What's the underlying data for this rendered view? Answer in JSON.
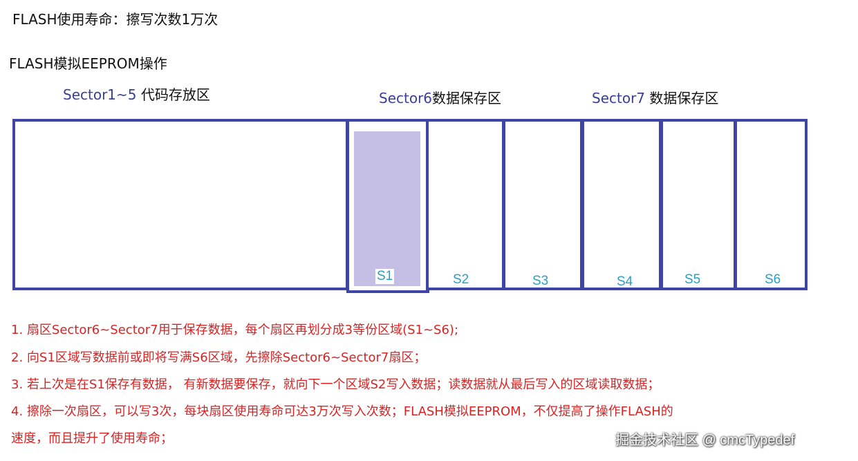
{
  "titles": {
    "life": "FLASH使用寿命：擦写次数1万次",
    "emulation": "FLASH模拟EEPROM操作"
  },
  "sectors": {
    "code": {
      "en": "Sector1~5",
      "zh": "代码存放区"
    },
    "s6": {
      "en": "Sector6",
      "zh": "数据保存区"
    },
    "s7": {
      "en": "Sector7",
      "zh": "数据保存区"
    }
  },
  "regions": [
    "S1",
    "S2",
    "S3",
    "S4",
    "S5",
    "S6"
  ],
  "notes": [
    "1. 扇区Sector6~Sector7用于保存数据，每个扇区再划分成3等份区域(S1~S6);",
    "2. 向S1区域写数据前或即将写满S6区域，先擦除Sector6~Sector7扇区；",
    "3. 若上次是在S1保存有数据，  有新数据要保存，就向下一个区域S2写入数据；读数据就从最后写入的区域读取数据；",
    "4. 擦除一次扇区，可以写3次，每块扇区使用寿命可达3万次写入次数；FLASH模拟EEPROM，不仅提高了操作FLASH的",
    "速度，而且提升了使用寿命；"
  ],
  "watermark": "掘金技术社区 @ cmcTypedef",
  "colors": {
    "box_border": "#3e45a6",
    "s1_fill": "#c5bfe6",
    "region_label": "#2a9fc0",
    "notes_text": "#d92323"
  }
}
